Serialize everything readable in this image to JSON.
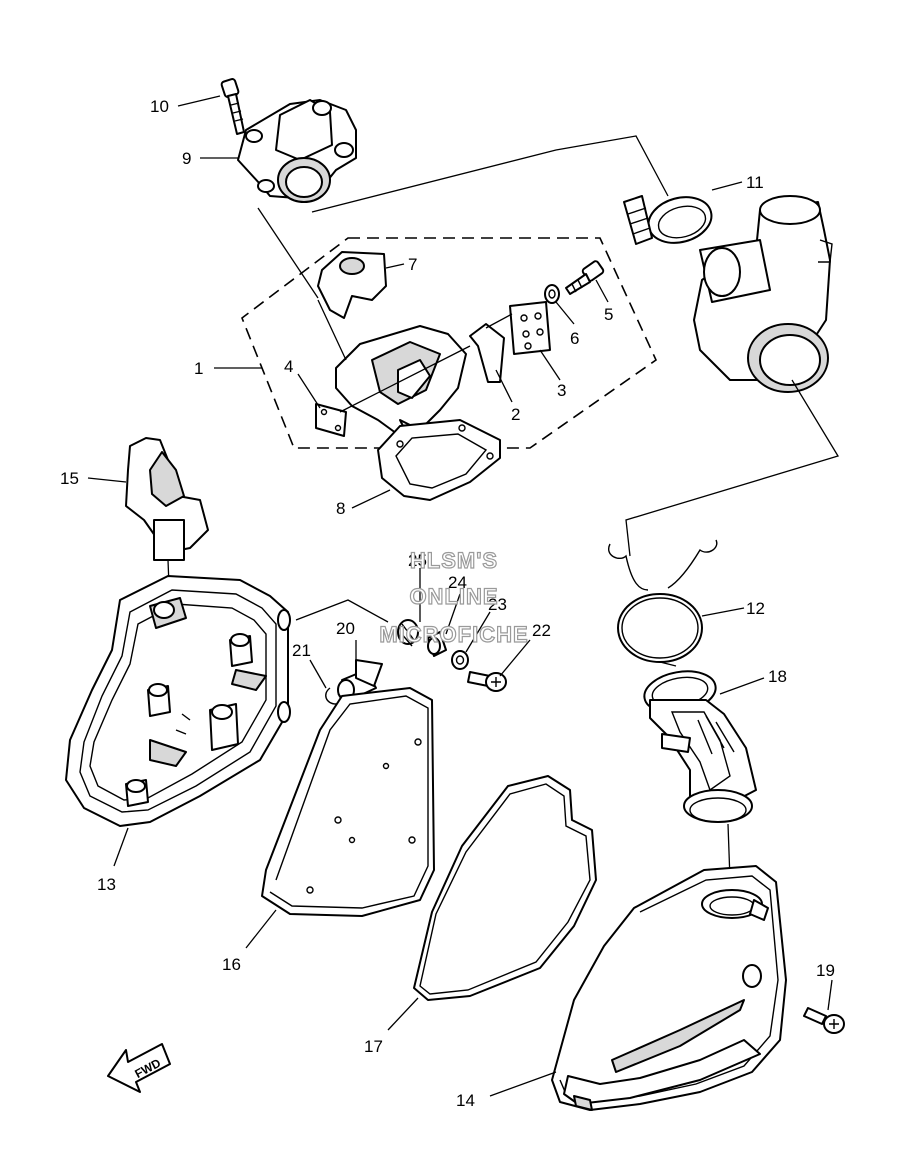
{
  "callouts": [
    "1",
    "2",
    "3",
    "4",
    "5",
    "6",
    "7",
    "8",
    "9",
    "10",
    "11",
    "12",
    "13",
    "14",
    "15",
    "16",
    "17",
    "18",
    "19",
    "20",
    "21",
    "22",
    "23",
    "24",
    "25"
  ],
  "watermark": {
    "line1": "HLSM'S",
    "line2": "ONLINE",
    "line3": "MICROFICHE"
  },
  "fwd_label": "FWD"
}
